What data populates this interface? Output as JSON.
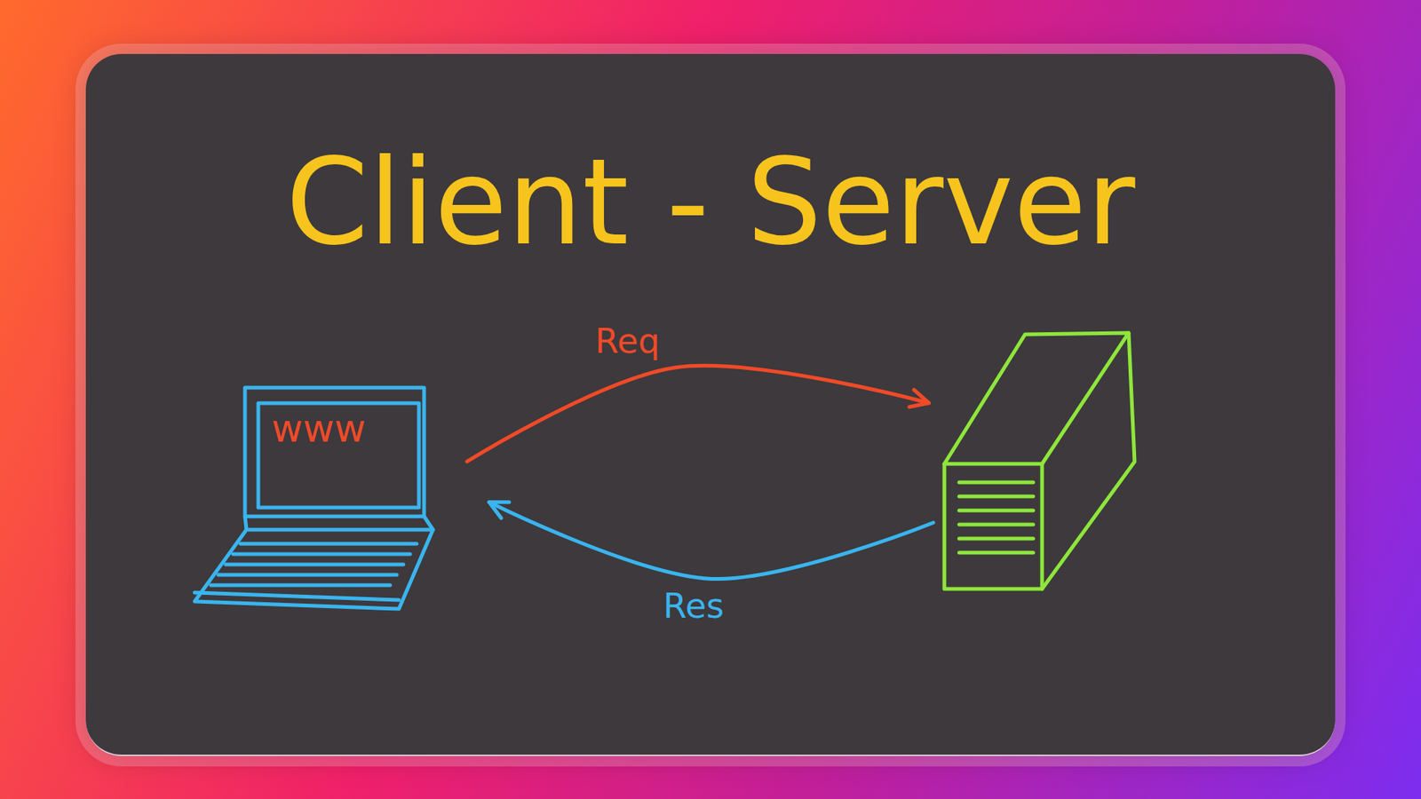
{
  "diagram": {
    "title": "Client - Server",
    "nodes": [
      {
        "text": [
          "www"
        ]
      },
      {
        "text": []
      }
    ],
    "edges": [
      {
        "from": 0,
        "to": 1,
        "label": "Req",
        "arrow": "to"
      },
      {
        "from": 1,
        "to": 0,
        "label": "Res",
        "arrow": "to"
      }
    ]
  }
}
